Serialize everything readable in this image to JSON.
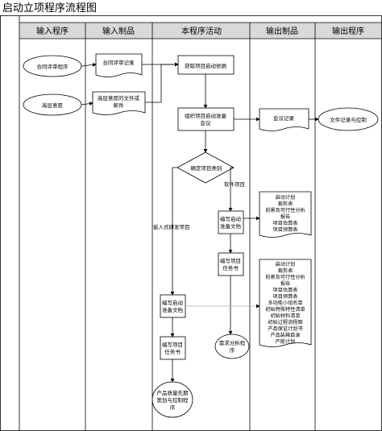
{
  "title": "启动立项程序流程图",
  "columns": [
    "输入程序",
    "输入制品",
    "本程序活动",
    "输出制品",
    "输出程序"
  ],
  "input_programs": {
    "contract_review": "合同评审程序",
    "senior_intent": "高层意愿"
  },
  "input_artifacts": {
    "contract_review_record": "合同评审记录",
    "senior_intent_doc": [
      "高层意愿的文件或",
      "邮件"
    ]
  },
  "activities": {
    "get_basis": "获取项目启动依据",
    "organize_meeting": [
      "组织项目启动准备",
      "会议"
    ],
    "decide_type": "确定项目类别",
    "software_label": "软件项目",
    "embedded_label": "嵌入式研发项目",
    "sw_prepare_doc": [
      "编写启动",
      "准备文档"
    ],
    "sw_task_book": [
      "编写项目",
      "任务书"
    ],
    "emb_prepare_doc": [
      "编写启动",
      "准备文档"
    ],
    "emb_task_book": [
      "编写项目",
      "任务书"
    ],
    "requirements_program": [
      "需求分析程",
      "序"
    ],
    "quality_program": [
      "产品质量先期",
      "策划与控制程",
      "序"
    ]
  },
  "output_artifacts": {
    "meeting_record": "会议记录",
    "doc_group_1": [
      "启动计划",
      "裁剪表",
      "前景及可行性分析",
      "报告",
      "项目估算表",
      "项目预算表"
    ],
    "doc_group_2": [
      "启动计划",
      "裁剪表",
      "前景及可行性分析",
      "报告",
      "项目估算表",
      "项目预算表",
      "多功能小组名单",
      "初始特殊特性清单",
      "初始材料清单",
      "初始过程流程图",
      "产品保证计划书",
      "产品装箱目录",
      "产能计划"
    ]
  },
  "output_programs": {
    "doc_control": "文件记录与控制"
  },
  "colors": {
    "header_fill": "#d9d9d9",
    "line": "#000000"
  }
}
